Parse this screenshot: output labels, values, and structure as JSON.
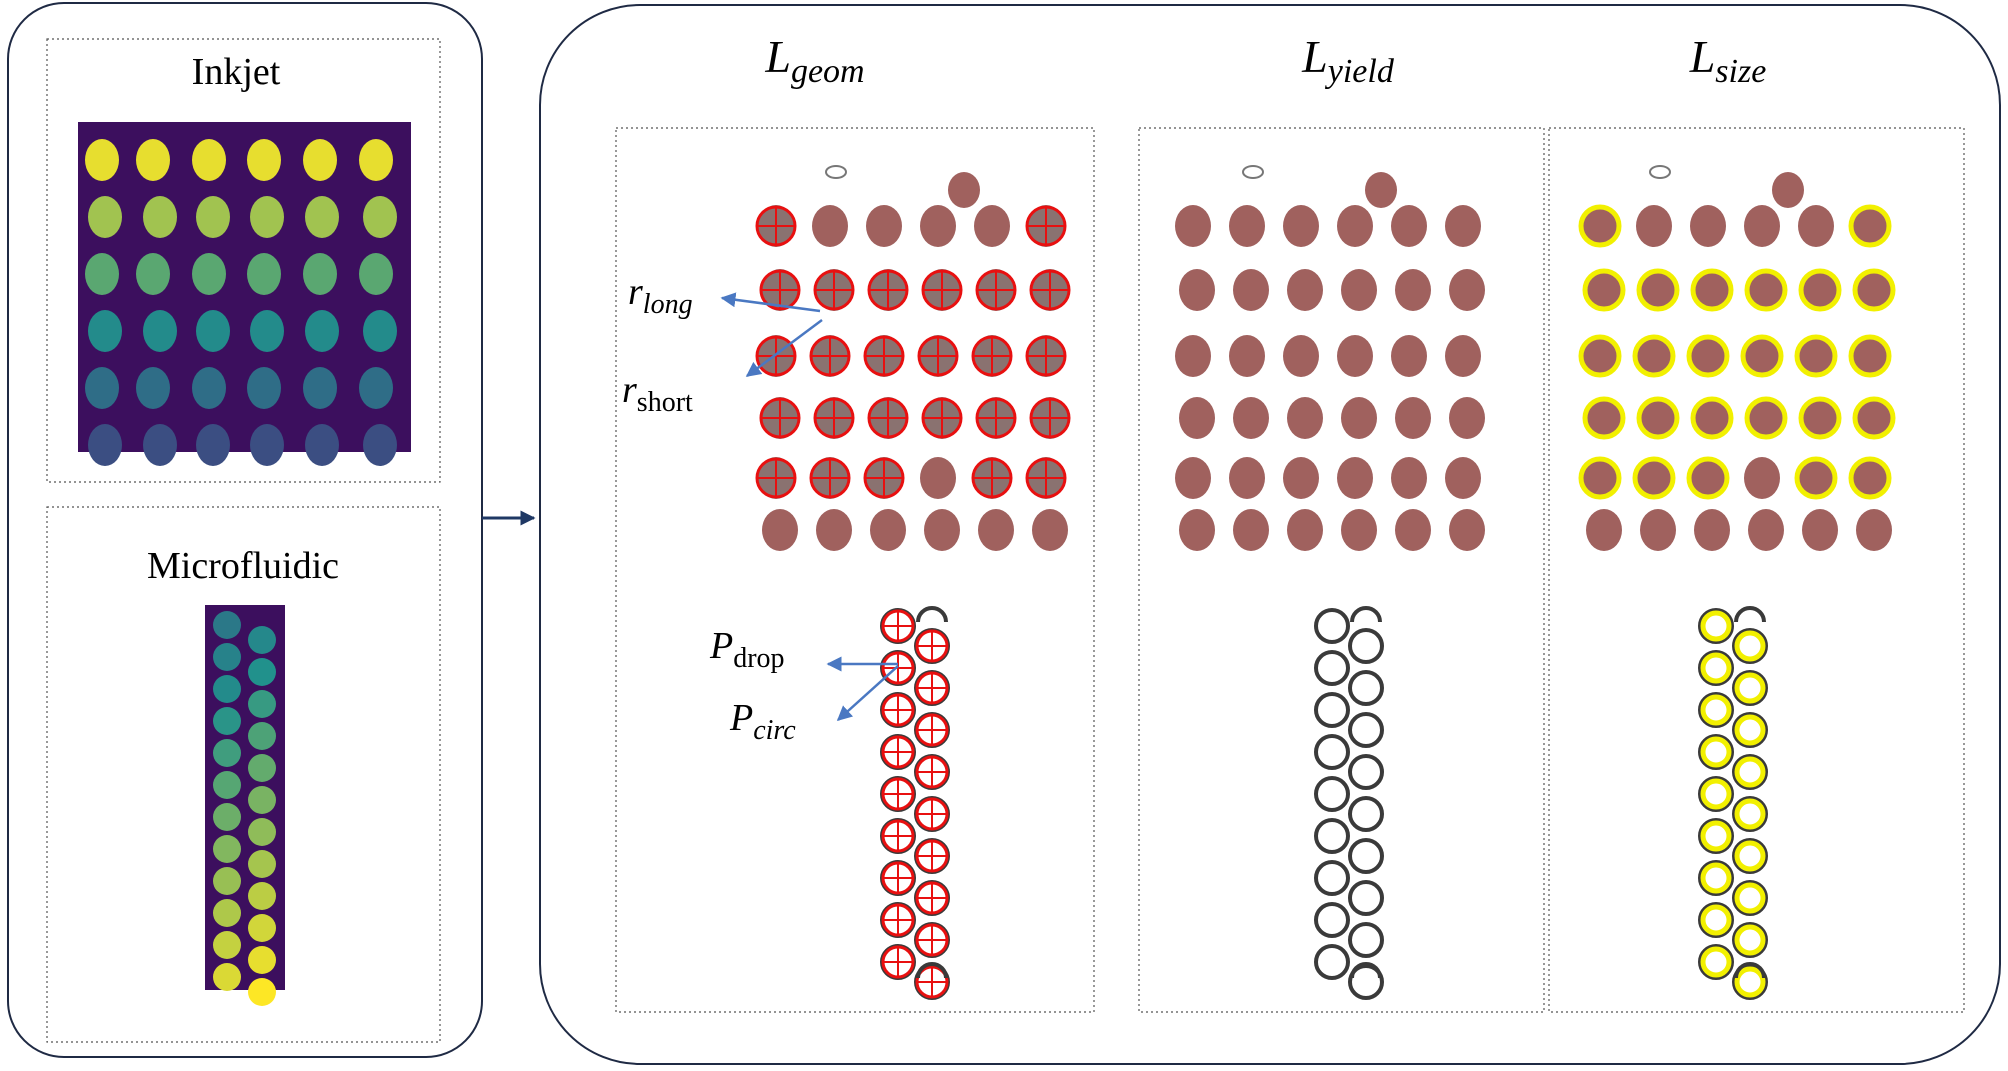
{
  "left_panel": {
    "inkjet_label": "Inkjet",
    "microfluidic_label": "Microfluidic"
  },
  "right_panel": {
    "columns": [
      {
        "id": "geom",
        "symbol": "L",
        "subscript": "geom"
      },
      {
        "id": "yield",
        "symbol": "L",
        "subscript": "yield"
      },
      {
        "id": "size",
        "symbol": "L",
        "subscript": "size"
      }
    ]
  },
  "annotations": {
    "r_long": {
      "symbol": "r",
      "subscript": "long"
    },
    "r_short": {
      "symbol": "r",
      "subscript": "short"
    },
    "p_drop": {
      "symbol": "P",
      "subscript": "drop"
    },
    "p_circ": {
      "symbol": "P",
      "subscript": "circ"
    }
  },
  "colors": {
    "background": "#ffffff",
    "panel_border": "#1f2a44",
    "arrow": "#1f3864",
    "dark_navy": "#3c0f5e",
    "droplet_brown": "#a0615e",
    "outline_red": "#e81010",
    "outline_yellow": "#f2f000",
    "ring_black": "#3a3a3a",
    "annotation_arrow": "#4a78c2",
    "viridis_low": "#46327e",
    "viridis_mid": "#21918c",
    "viridis_high": "#fde725"
  }
}
